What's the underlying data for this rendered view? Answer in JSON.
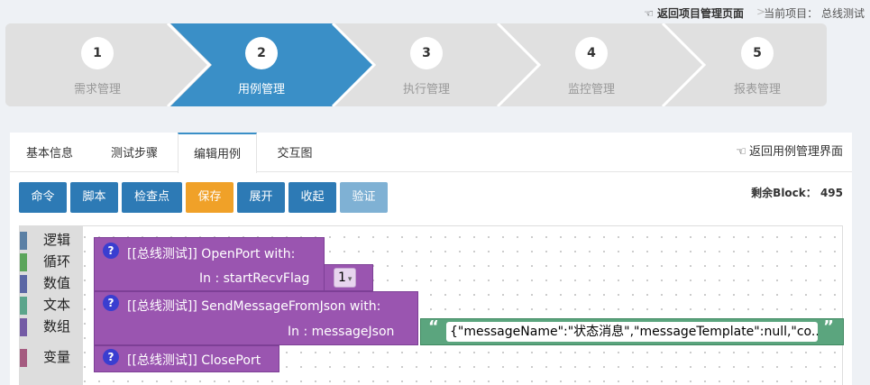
{
  "topbar": {
    "back_label": "返回项目管理页面",
    "separator": ">",
    "current_project": "当前项目：  总线测试"
  },
  "steps": [
    {
      "num": "1",
      "label": "需求管理",
      "active": false
    },
    {
      "num": "2",
      "label": "用例管理",
      "active": true
    },
    {
      "num": "3",
      "label": "执行管理",
      "active": false
    },
    {
      "num": "4",
      "label": "监控管理",
      "active": false
    },
    {
      "num": "5",
      "label": "报表管理",
      "active": false
    }
  ],
  "tabs": [
    {
      "label": "基本信息"
    },
    {
      "label": "测试步骤"
    },
    {
      "label": "编辑用例",
      "active": true
    },
    {
      "label": "交互图"
    }
  ],
  "back_case_label": "返回用例管理界面",
  "toolbar": {
    "buttons": [
      "命令",
      "脚本",
      "检查点",
      "保存",
      "展开",
      "收起",
      "验证"
    ]
  },
  "remaining_blocks": "剩余Block：  495",
  "palette": {
    "categories": [
      {
        "label": "逻辑",
        "color": "#5b80a5"
      },
      {
        "label": "循环",
        "color": "#5ba55b"
      },
      {
        "label": "数值",
        "color": "#5b67a5"
      },
      {
        "label": "文本",
        "color": "#5ba58c"
      },
      {
        "label": "数组",
        "color": "#745ba5"
      },
      {
        "label": "变量",
        "color": "#a55b80"
      }
    ]
  },
  "blocks": {
    "open_port": {
      "help": "?",
      "title": "[[总线测试]]   OpenPort   with:",
      "param_label": "In : startRecvFlag",
      "param_value": "1",
      "dropdown_arrow": "▾"
    },
    "send_message": {
      "help": "?",
      "title": "[[总线测试]]   SendMessageFromJson   with:",
      "param_label": "In : messageJson",
      "json_value": "{\"messageName\":\"状态消息\",\"messageTemplate\":null,\"co...",
      "quote_open": "“",
      "quote_close": "”"
    },
    "close_port": {
      "help": "?",
      "title": "[[总线测试]]   ClosePort"
    }
  },
  "colors": {
    "active_step": "#3a8fc7",
    "step_bg": "#e0e0e0",
    "button_blue": "#2d7ab5",
    "button_orange": "#f0a128",
    "button_disabled": "#7fb1d4",
    "procedure_block": "#9a55b0",
    "text_block": "#5ba57e"
  }
}
